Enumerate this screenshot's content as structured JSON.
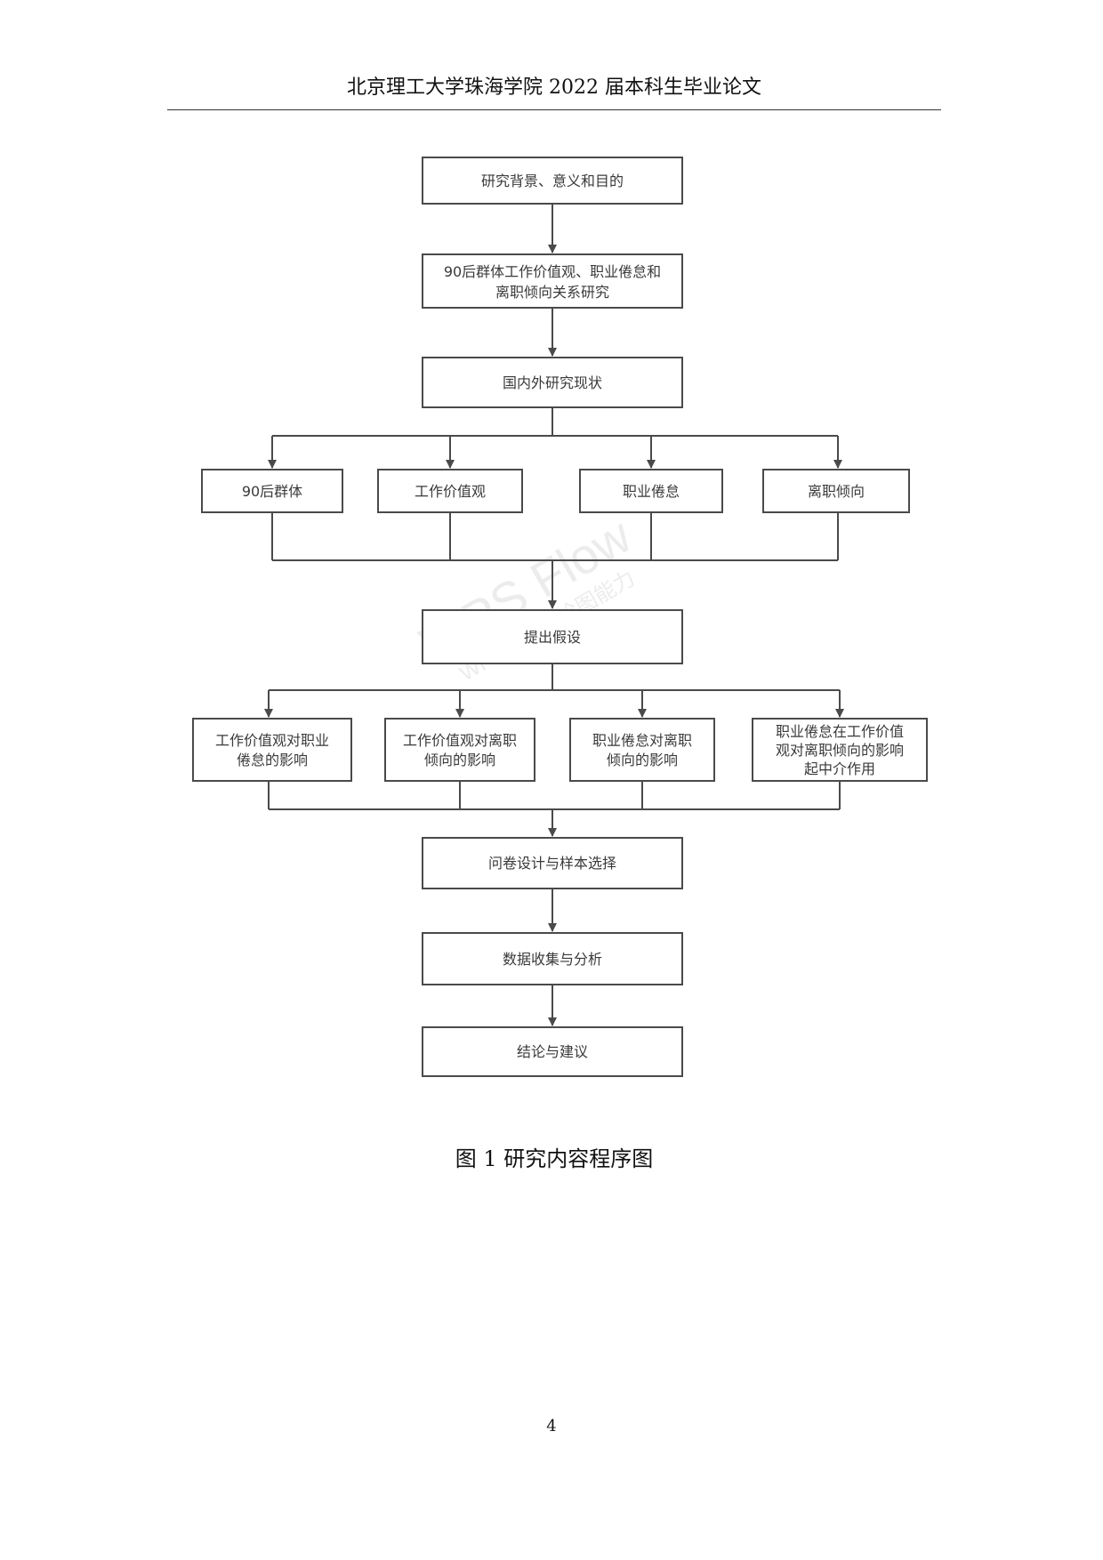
{
  "header": {
    "title": "北京理工大学珠海学院 2022 届本科生毕业论文"
  },
  "flowchart": {
    "nodes": {
      "background": "研究背景、意义和目的",
      "relation_study": [
        "90后群体工作价值观、职业倦怠和",
        "离职倾向关系研究"
      ],
      "status": "国内外研究现状",
      "gen90": "90后群体",
      "work_values": "工作价值观",
      "burnout": "职业倦怠",
      "turnover": "离职倾向",
      "hypothesis": "提出假设",
      "h1": [
        "工作价值观对职业",
        "倦怠的影响"
      ],
      "h2": [
        "工作价值观对离职",
        "倾向的影响"
      ],
      "h3": [
        "职业倦怠对离职",
        "倾向的影响"
      ],
      "h4": [
        "职业倦怠在工作价值",
        "观对离职倾向的影响",
        "起中介作用"
      ],
      "survey": "问卷设计与样本选择",
      "data": "数据收集与分析",
      "conclusion": "结论与建议"
    },
    "watermark": [
      "WPS Flow",
      "WPS仅提供绘图能力"
    ]
  },
  "caption": "图 1  研究内容程序图",
  "page_number": "4"
}
